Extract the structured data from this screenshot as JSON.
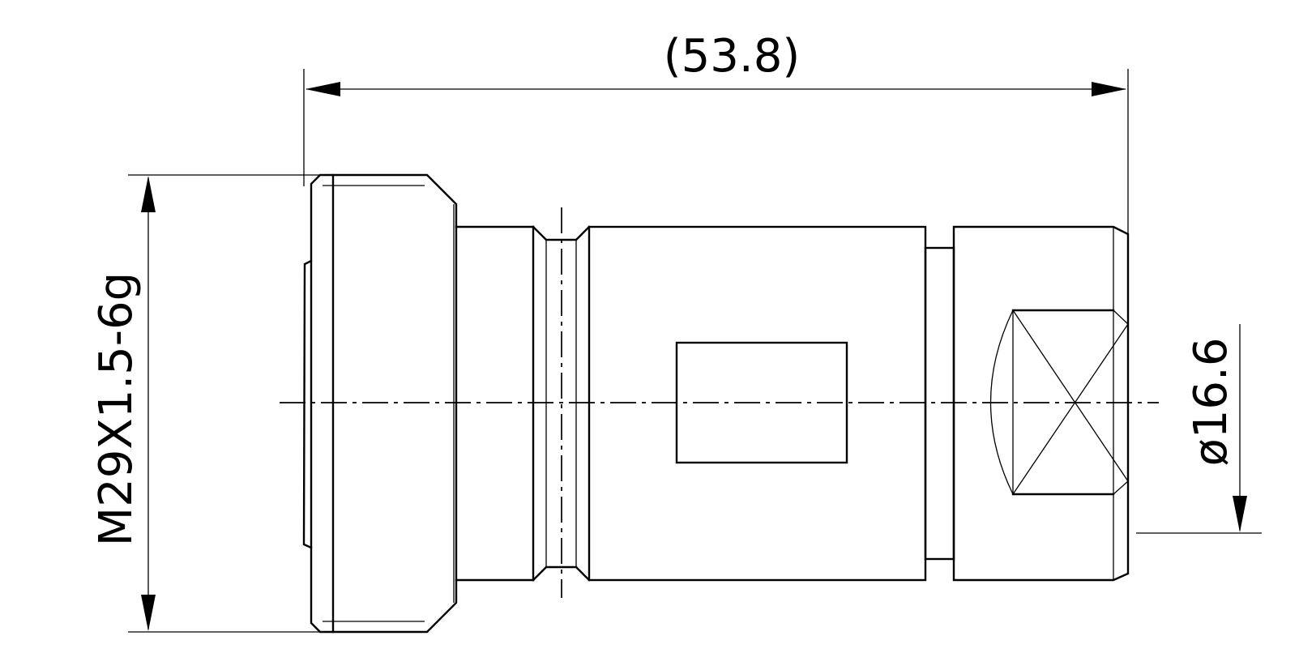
{
  "drawing": {
    "overall_length": "(53.8)",
    "thread_spec": "M29X1.5-6g",
    "end_diameter": "ø16.6"
  },
  "colors": {
    "line": "#000000",
    "background": "#ffffff"
  }
}
